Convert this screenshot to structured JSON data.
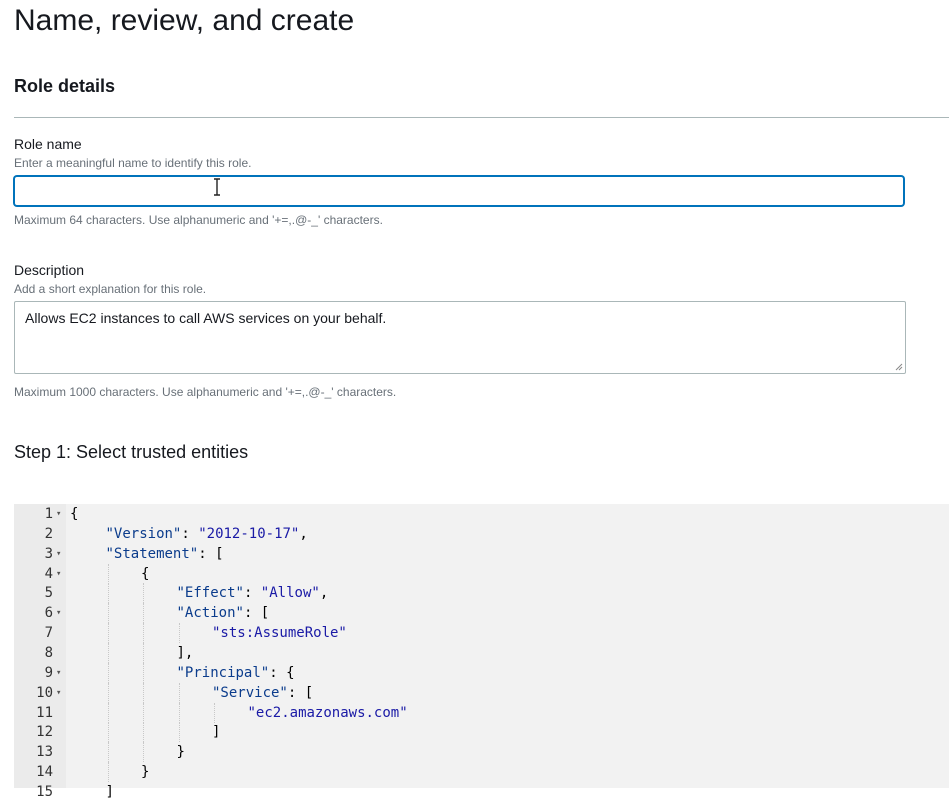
{
  "page": {
    "title": "Name, review, and create"
  },
  "role_details": {
    "section_title": "Role details",
    "role_name": {
      "label": "Role name",
      "hint": "Enter a meaningful name to identify this role.",
      "value": "",
      "constraint": "Maximum 64 characters. Use alphanumeric and '+=,.@-_' characters."
    },
    "description": {
      "label": "Description",
      "hint": "Add a short explanation for this role.",
      "value": "Allows EC2 instances to call AWS services on your behalf.",
      "constraint": "Maximum 1000 characters. Use alphanumeric and '+=,.@-_' characters."
    }
  },
  "step1": {
    "title": "Step 1: Select trusted entities",
    "policy_lines": [
      {
        "n": "1",
        "fold": true,
        "indent": 0,
        "text": "{"
      },
      {
        "n": "2",
        "fold": false,
        "indent": 1,
        "text": "\"Version\": \"2012-10-17\","
      },
      {
        "n": "3",
        "fold": true,
        "indent": 1,
        "text": "\"Statement\": ["
      },
      {
        "n": "4",
        "fold": true,
        "indent": 2,
        "text": "{"
      },
      {
        "n": "5",
        "fold": false,
        "indent": 3,
        "text": "\"Effect\": \"Allow\","
      },
      {
        "n": "6",
        "fold": true,
        "indent": 3,
        "text": "\"Action\": ["
      },
      {
        "n": "7",
        "fold": false,
        "indent": 4,
        "text": "\"sts:AssumeRole\""
      },
      {
        "n": "8",
        "fold": false,
        "indent": 3,
        "text": "],"
      },
      {
        "n": "9",
        "fold": true,
        "indent": 3,
        "text": "\"Principal\": {"
      },
      {
        "n": "10",
        "fold": true,
        "indent": 4,
        "text": "\"Service\": ["
      },
      {
        "n": "11",
        "fold": false,
        "indent": 5,
        "text": "\"ec2.amazonaws.com\""
      },
      {
        "n": "12",
        "fold": false,
        "indent": 4,
        "text": "]"
      },
      {
        "n": "13",
        "fold": false,
        "indent": 3,
        "text": "}"
      },
      {
        "n": "14",
        "fold": false,
        "indent": 2,
        "text": "}"
      },
      {
        "n": "15",
        "fold": false,
        "indent": 1,
        "text": "]"
      }
    ]
  }
}
